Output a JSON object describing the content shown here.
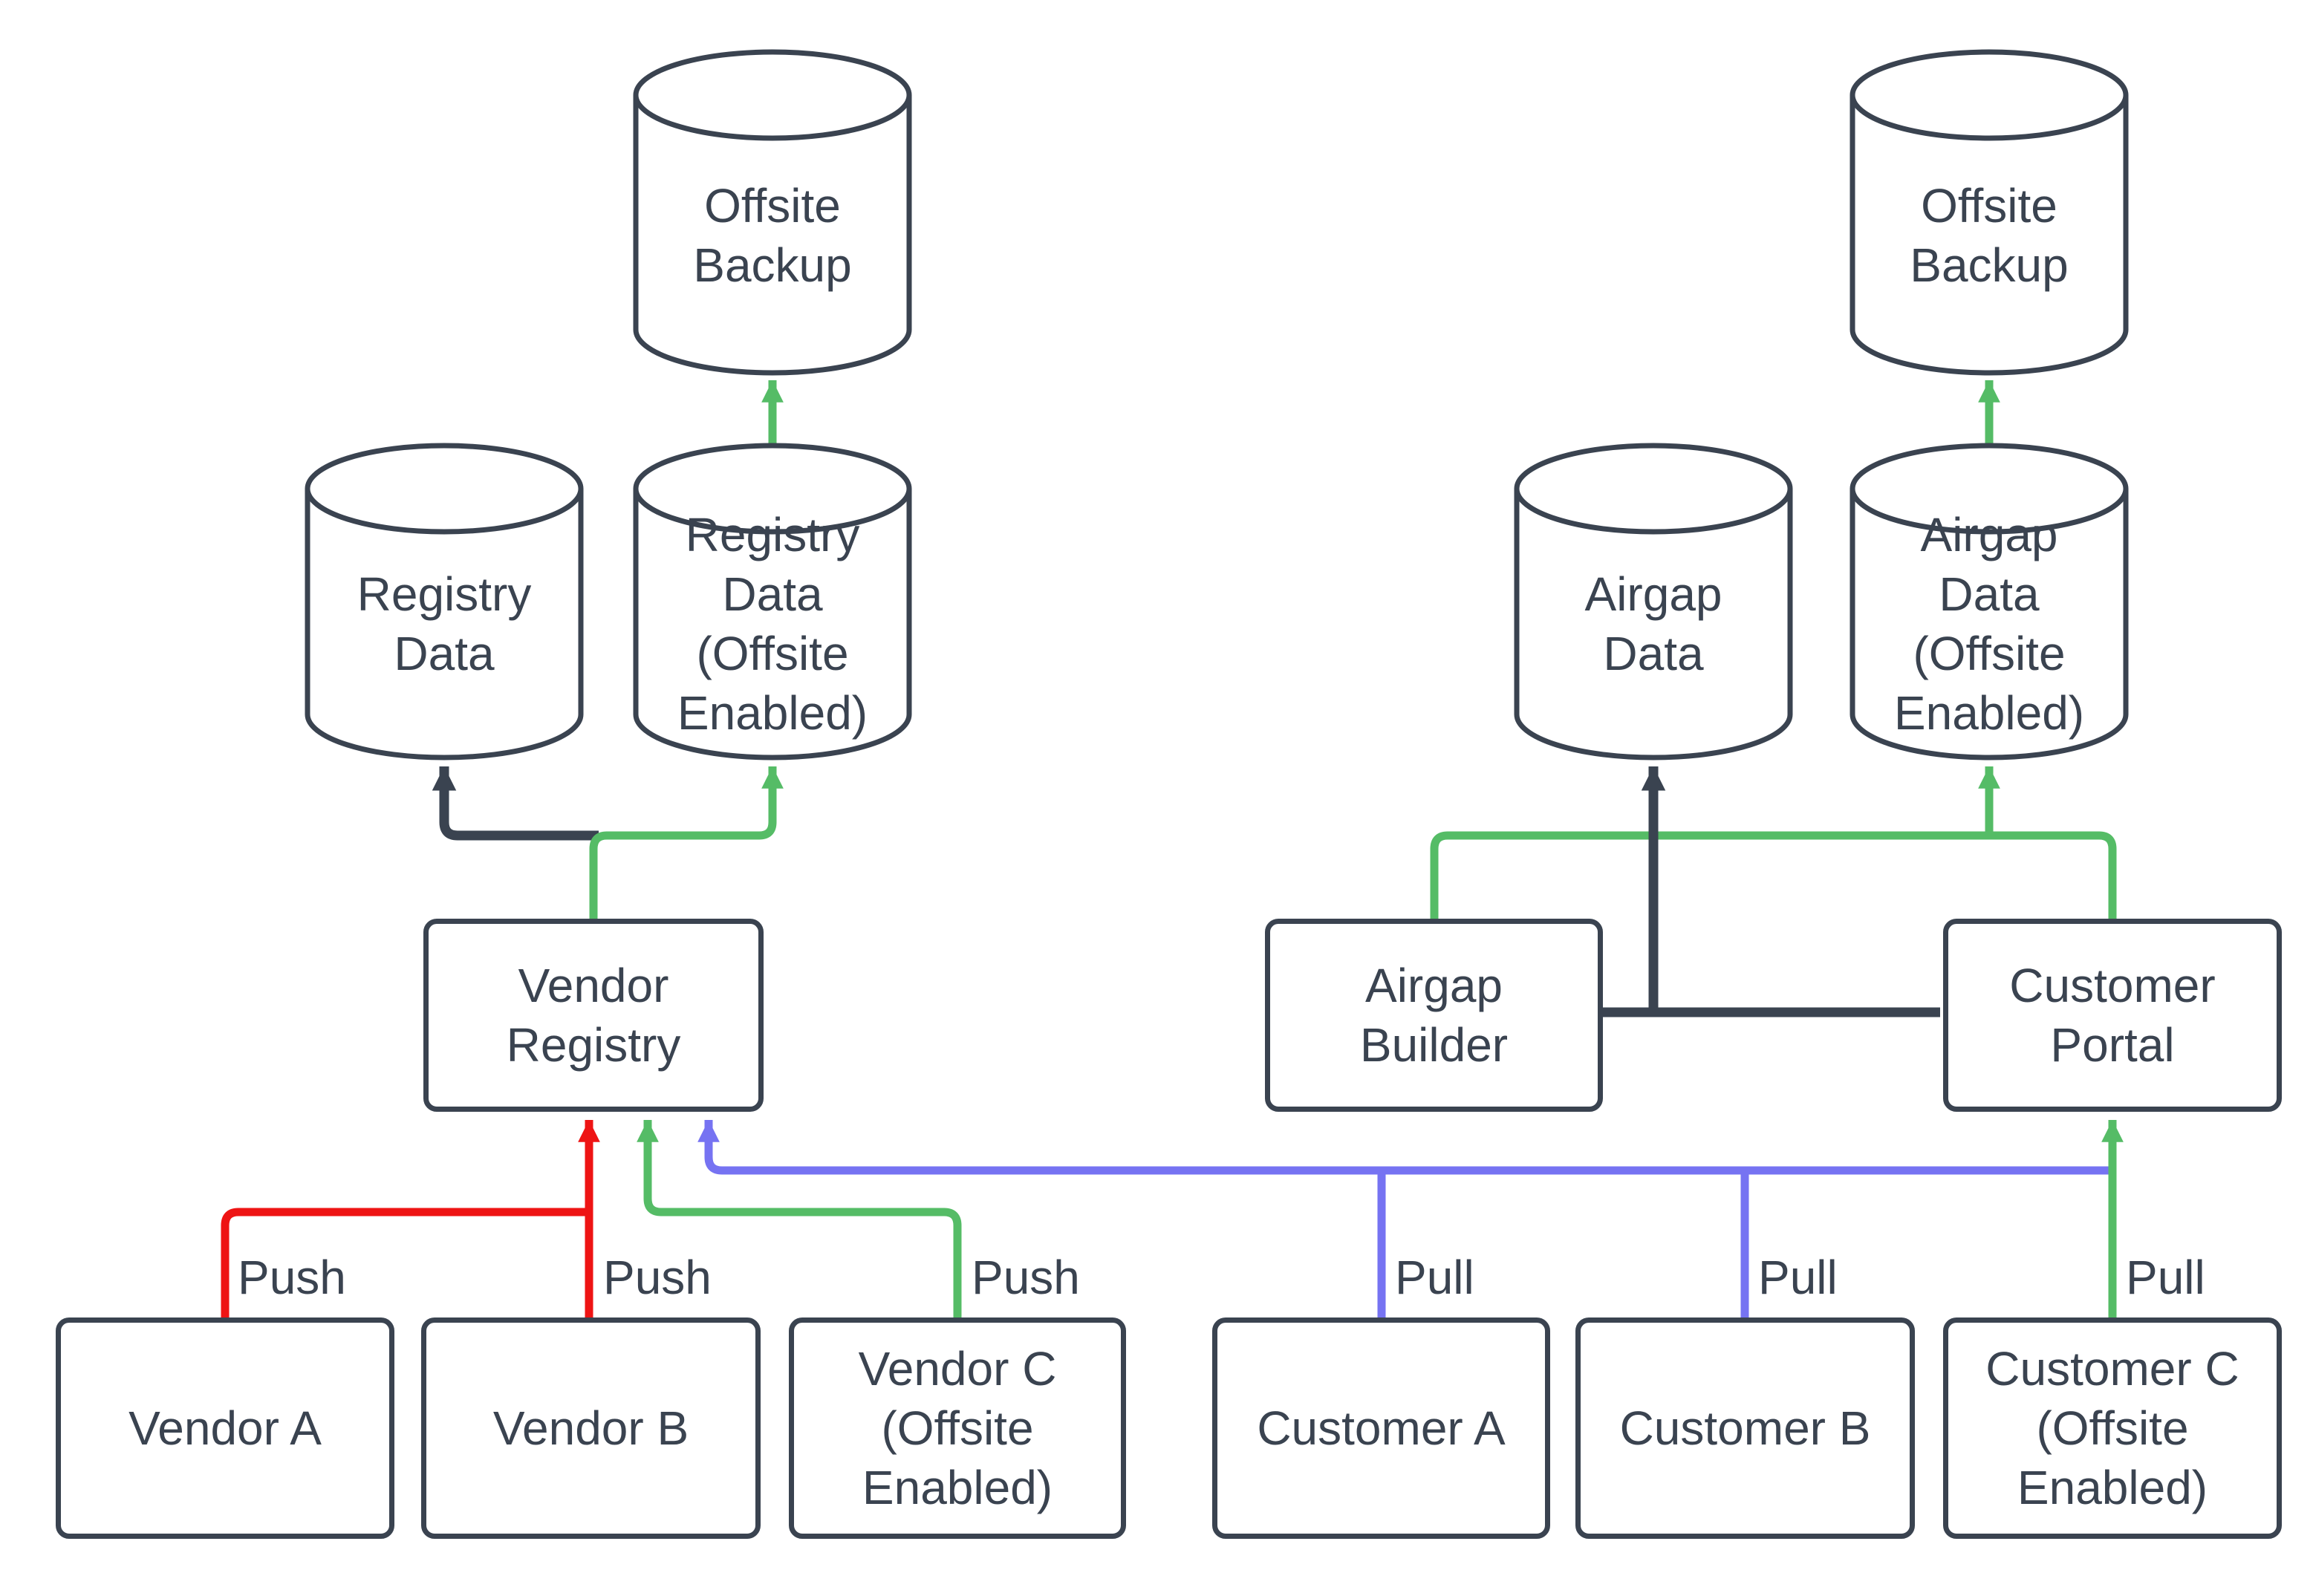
{
  "colors": {
    "dark": "#3a4350",
    "green": "#55bc66",
    "red": "#ee1414",
    "blue": "#7673f2",
    "background": "#ffffff"
  },
  "nodes": {
    "offsite_backup_left": {
      "type": "cylinder",
      "lines": [
        "Offsite",
        "Backup"
      ]
    },
    "offsite_backup_right": {
      "type": "cylinder",
      "lines": [
        "Offsite",
        "Backup"
      ]
    },
    "registry_data": {
      "type": "cylinder",
      "lines": [
        "Registry",
        "Data"
      ]
    },
    "registry_data_offsite": {
      "type": "cylinder",
      "lines": [
        "Registry",
        "Data",
        "(Offsite",
        "Enabled)"
      ]
    },
    "airgap_data": {
      "type": "cylinder",
      "lines": [
        "Airgap",
        "Data"
      ]
    },
    "airgap_data_offsite": {
      "type": "cylinder",
      "lines": [
        "Airgap",
        "Data",
        "(Offsite",
        "Enabled)"
      ]
    },
    "vendor_registry": {
      "type": "box",
      "lines": [
        "Vendor",
        "Registry"
      ]
    },
    "airgap_builder": {
      "type": "box",
      "lines": [
        "Airgap",
        "Builder"
      ]
    },
    "customer_portal": {
      "type": "box",
      "lines": [
        "Customer",
        "Portal"
      ]
    },
    "vendor_a": {
      "type": "box",
      "lines": [
        "Vendor A"
      ]
    },
    "vendor_b": {
      "type": "box",
      "lines": [
        "Vendor B"
      ]
    },
    "vendor_c": {
      "type": "box",
      "lines": [
        "Vendor C",
        "(Offsite",
        "Enabled)"
      ]
    },
    "customer_a": {
      "type": "box",
      "lines": [
        "Customer A"
      ]
    },
    "customer_b": {
      "type": "box",
      "lines": [
        "Customer B"
      ]
    },
    "customer_c": {
      "type": "box",
      "lines": [
        "Customer C",
        "(Offsite",
        "Enabled)"
      ]
    }
  },
  "labels": {
    "push_vendor_a": "Push",
    "push_vendor_b": "Push",
    "push_vendor_c": "Push",
    "pull_customer_a": "Pull",
    "pull_customer_b": "Pull",
    "pull_customer_c": "Pull"
  },
  "edges": [
    {
      "from": "vendor_a",
      "to": "vendor_registry",
      "color": "red",
      "label": "Push"
    },
    {
      "from": "vendor_b",
      "to": "vendor_registry",
      "color": "red",
      "label": "Push"
    },
    {
      "from": "vendor_c",
      "to": "vendor_registry",
      "color": "green",
      "label": "Push"
    },
    {
      "from": "customer_a",
      "to": "vendor_registry",
      "color": "blue",
      "label": "Pull"
    },
    {
      "from": "customer_b",
      "to": "vendor_registry",
      "color": "blue",
      "label": "Pull"
    },
    {
      "from": "customer_c",
      "to": "customer_portal",
      "color": "green",
      "label": "Pull"
    },
    {
      "from": "vendor_registry",
      "to": "registry_data",
      "color": "dark"
    },
    {
      "from": "vendor_registry",
      "to": "registry_data_offsite",
      "color": "green"
    },
    {
      "from": "registry_data_offsite",
      "to": "offsite_backup_left",
      "color": "green"
    },
    {
      "from": "airgap_builder",
      "to": "airgap_data",
      "color": "dark"
    },
    {
      "from": "airgap_builder",
      "to": "customer_portal",
      "color": "dark"
    },
    {
      "from": "airgap_builder",
      "to": "airgap_data_offsite",
      "color": "green"
    },
    {
      "from": "customer_portal",
      "to": "airgap_data_offsite",
      "color": "green"
    },
    {
      "from": "airgap_data_offsite",
      "to": "offsite_backup_right",
      "color": "green"
    }
  ]
}
